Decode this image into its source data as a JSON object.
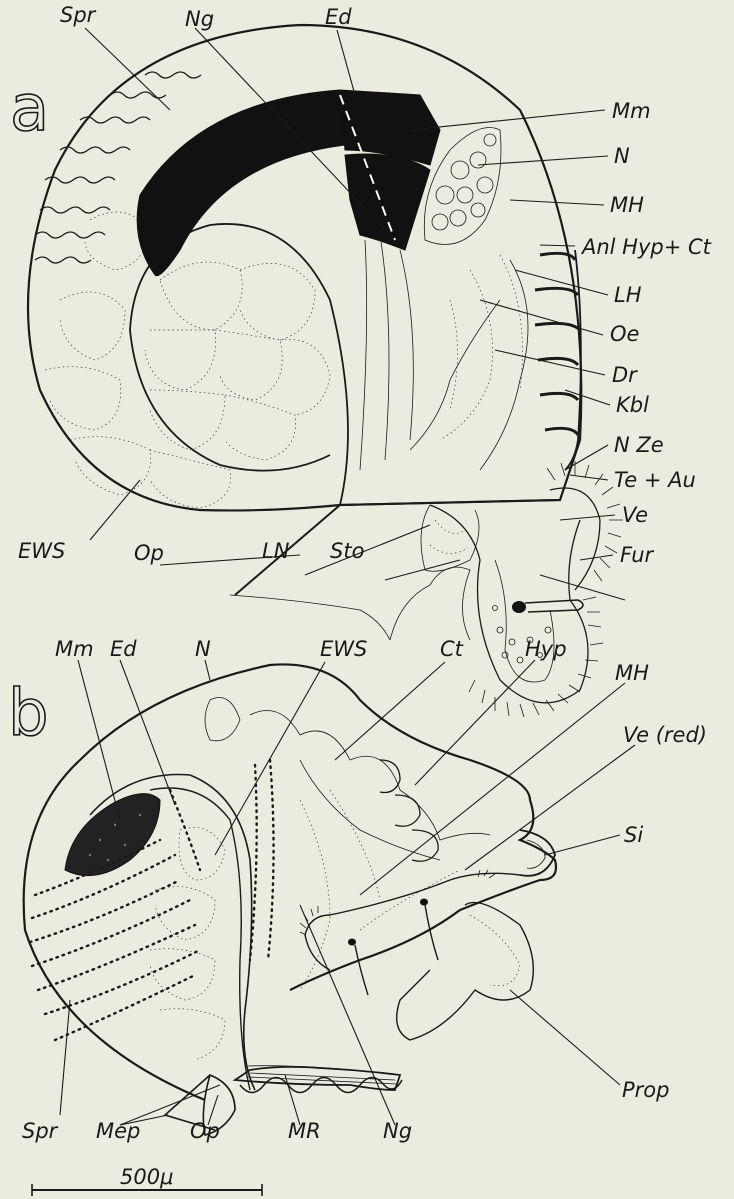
{
  "panel_a": {
    "letter": "a",
    "labels": {
      "spr": "Spr",
      "ng": "Ng",
      "ed": "Ed",
      "mm": "Mm",
      "n": "N",
      "mh": "MH",
      "anl": "Anl Hyp+ Ct",
      "lh": "LH",
      "oe": "Oe",
      "dr": "Dr",
      "kbl": "Kbl",
      "nze": "N Ze",
      "teau": "Te + Au",
      "ve": "Ve",
      "fur": "Fur",
      "ews": "EWS",
      "op": "Op",
      "ln": "LN",
      "sto": "Sto"
    }
  },
  "panel_b": {
    "letter": "b",
    "labels": {
      "mm": "Mm",
      "ed": "Ed",
      "n": "N",
      "ews": "EWS",
      "ct": "Ct",
      "hyp": "Hyp",
      "mh": "MH",
      "vered": "Ve (red)",
      "si": "Si",
      "prop": "Prop",
      "spr": "Spr",
      "mep": "Mep",
      "op": "Op",
      "mr": "MR",
      "ng": "Ng"
    }
  },
  "scale_bar": {
    "label": "500μ"
  }
}
